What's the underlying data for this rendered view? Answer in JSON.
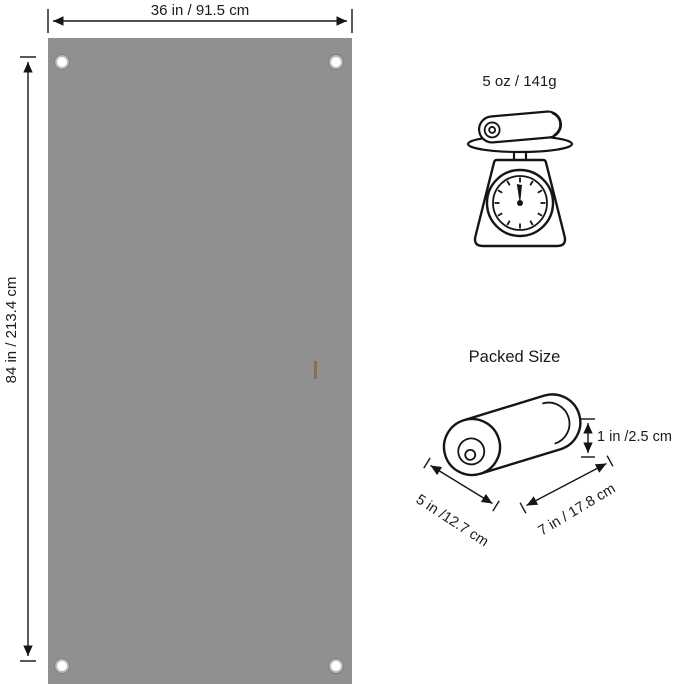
{
  "tarp": {
    "color": "#909090",
    "width_label": "36 in / 91.5 cm",
    "height_label": "84 in / 213.4 cm"
  },
  "scale": {
    "weight_label": "5 oz / 141g"
  },
  "packed": {
    "title": "Packed Size",
    "thickness_label": "1 in /2.5 cm",
    "width_label": "5 in /12.7 cm",
    "length_label": "7 in / 17.8 cm"
  },
  "colors": {
    "line": "#151515",
    "tarp_gray": "#909090",
    "background": "#ffffff"
  },
  "icons": {
    "scale": "kitchen-scale-icon",
    "blanket_on_scale": "rolled-blanket-icon",
    "packed_blanket": "packed-blanket-icon"
  }
}
